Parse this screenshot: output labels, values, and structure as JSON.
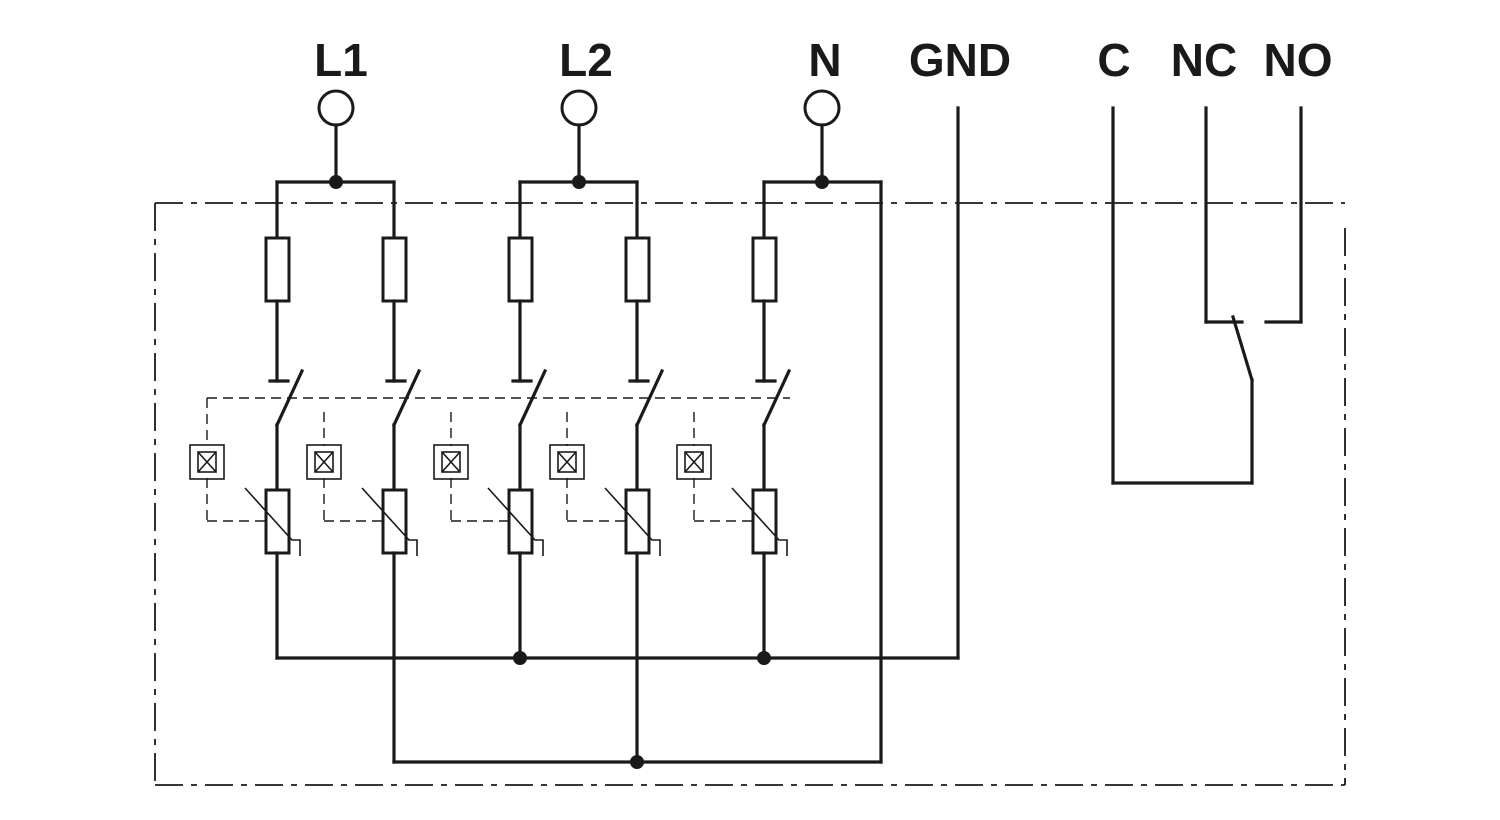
{
  "terminals": {
    "l1": "L1",
    "l2": "L2",
    "n": "N",
    "gnd": "GND",
    "c": "C",
    "nc": "NC",
    "no": "NO"
  }
}
